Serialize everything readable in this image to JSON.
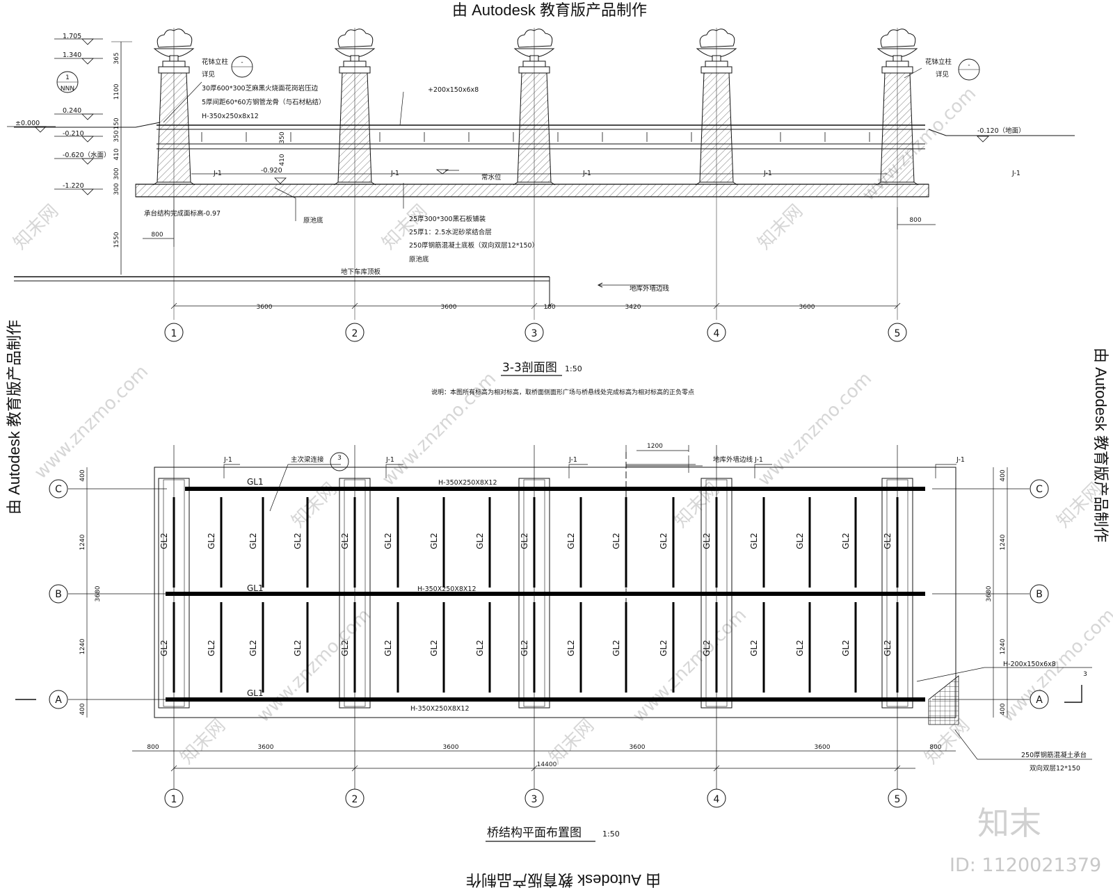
{
  "banners": {
    "top": "由 Autodesk 教育版产品制作",
    "right": "由 Autodesk 教育版产品制作",
    "left": "由 Autodesk 教育版产品制作",
    "bottom": "由 Autodesk 教育版产品制作"
  },
  "watermark": {
    "brand": "知末",
    "id": "ID: 1120021379",
    "site": "www.znzmo.com",
    "site_cn": "知末网"
  },
  "section": {
    "title": "3-3剖面图",
    "scale": "1:50",
    "note": "说明：本图所有标高为相对标高，取桥面侧面形广场与桥悬线处完成标高为相对标高的正负零点",
    "levels": [
      "1.705",
      "1.340",
      "0.240",
      "±0.000",
      "-0.210",
      "-0.620（水面）",
      "-1.220"
    ],
    "left_vdims": [
      "365",
      "1100",
      "150",
      "350",
      "410",
      "300",
      "300",
      "1550"
    ],
    "inner_vdims": [
      "350",
      "410"
    ],
    "labels": {
      "detail_left_a": "花钵立柱",
      "detail_left_b": "详见",
      "spec1": "30厚600*300芝麻黑火烧面花岗岩压边",
      "spec2": "5厚间距60*60方钢管龙骨（与石材粘结）",
      "spec3": "H-350x250x8x12",
      "beam": "+200x150x6x8",
      "water_level": "常水位",
      "detail_right_a": "花钵立柱",
      "detail_right_b": "详见",
      "level_right": "-0.120（地面）",
      "level_mid": "-0.920",
      "j1": "J-1",
      "cap_note": "承台结构完成面标高-0.97",
      "pool_bottom": "原池底",
      "layer1": "25厚300*300黑石板铺装",
      "layer2": "25厚1：2.5水泥砂浆结合层",
      "layer3": "250厚钢筋混凝土底板（双向双层12*150）",
      "layer4": "原池底",
      "garage": "地下车库顶板",
      "garage_edge": "地库外墙边线",
      "dim_800": "800"
    },
    "axis_dims": [
      "3600",
      "3600",
      "180",
      "3420",
      "3600"
    ],
    "axes": [
      "1",
      "2",
      "3",
      "4",
      "5"
    ],
    "bubble_l": "1",
    "bubble_l_sub": "NNN",
    "bubble_r": "-"
  },
  "plan": {
    "title": "桥结构平面布置图",
    "scale": "1:50",
    "rows": [
      "C",
      "B",
      "A"
    ],
    "row_dims": [
      "400",
      "1240",
      "1240",
      "400"
    ],
    "total_v": "3680",
    "cols": [
      "1",
      "2",
      "3",
      "4",
      "5"
    ],
    "col_dims": [
      "800",
      "3600",
      "3600",
      "3600",
      "3600",
      "800"
    ],
    "total_h": "14400",
    "gl1": "GL1",
    "gl2": "GL2",
    "j1": "J-1",
    "beam_c": "H-350X250X8X12",
    "beam_b": "H-350X250X8X12",
    "beam_a": "H-350X250X8X12",
    "side_beam": "H-200x150x6x8",
    "cap": "250厚钢筋混凝土承台",
    "cap_rebar": "双向双层12*150",
    "joint": "主次梁连接",
    "joint_no": "3",
    "garage_edge": "地库外墙边线",
    "dim_1200": "1200",
    "sec_mark": "3"
  }
}
